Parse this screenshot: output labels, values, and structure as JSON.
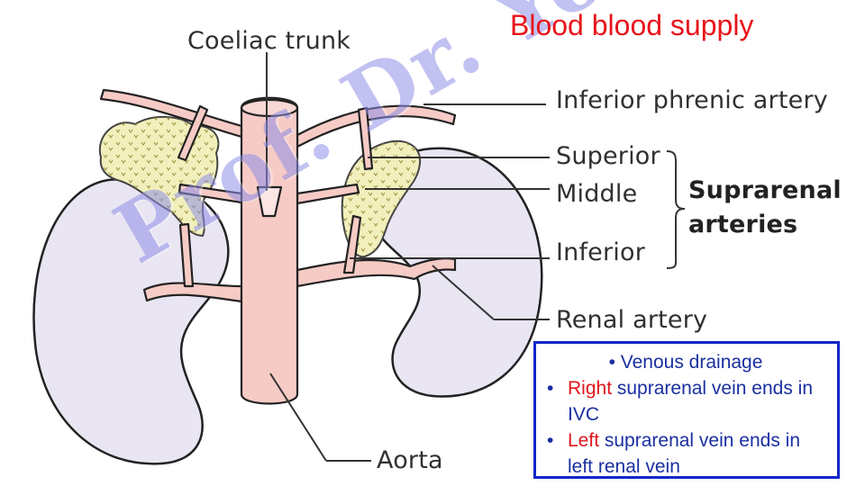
{
  "slide": {
    "title": "Blood blood supply",
    "watermark": "Prof. Dr. Youssef Hussein"
  },
  "diagram": {
    "labels": {
      "coeliac_trunk": "Coeliac trunk",
      "inferior_phrenic": "Inferior phrenic artery",
      "superior": "Superior",
      "middle": "Middle",
      "inferior": "Inferior",
      "group_line1": "Suprarenal",
      "group_line2": "arteries",
      "renal_artery": "Renal artery",
      "aorta": "Aorta"
    },
    "colors": {
      "kidney": "#e9e5f2",
      "gland": "#f1efbb",
      "artery": "#f6cbc6",
      "outline": "#222222",
      "watermark": "#8f8fe8"
    }
  },
  "notes": {
    "heading": "Venous drainage",
    "items": [
      {
        "highlight": "Right",
        "rest": " suprarenal vein ends in IVC"
      },
      {
        "highlight": "Left",
        "rest": " suprarenal vein ends in left renal vein"
      }
    ],
    "accent_color": "#e0141b",
    "text_color": "#1a2fa0",
    "border_color": "#1027c8"
  }
}
